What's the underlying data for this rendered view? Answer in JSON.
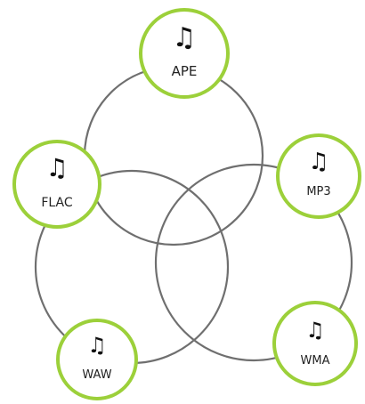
{
  "diagram": {
    "colors": {
      "node_border": "#9cd03a",
      "ring_stroke": "#6f6f6f",
      "text": "#222222"
    },
    "nodes": [
      {
        "label": "APE",
        "icon": "music-note-icon",
        "glyph": "♫"
      },
      {
        "label": "FLAC",
        "icon": "music-note-icon",
        "glyph": "♫"
      },
      {
        "label": "MP3",
        "icon": "music-note-icon",
        "glyph": "♫"
      },
      {
        "label": "WAW",
        "icon": "music-note-icon",
        "glyph": "♫"
      },
      {
        "label": "WMA",
        "icon": "music-note-icon",
        "glyph": "♫"
      }
    ]
  }
}
